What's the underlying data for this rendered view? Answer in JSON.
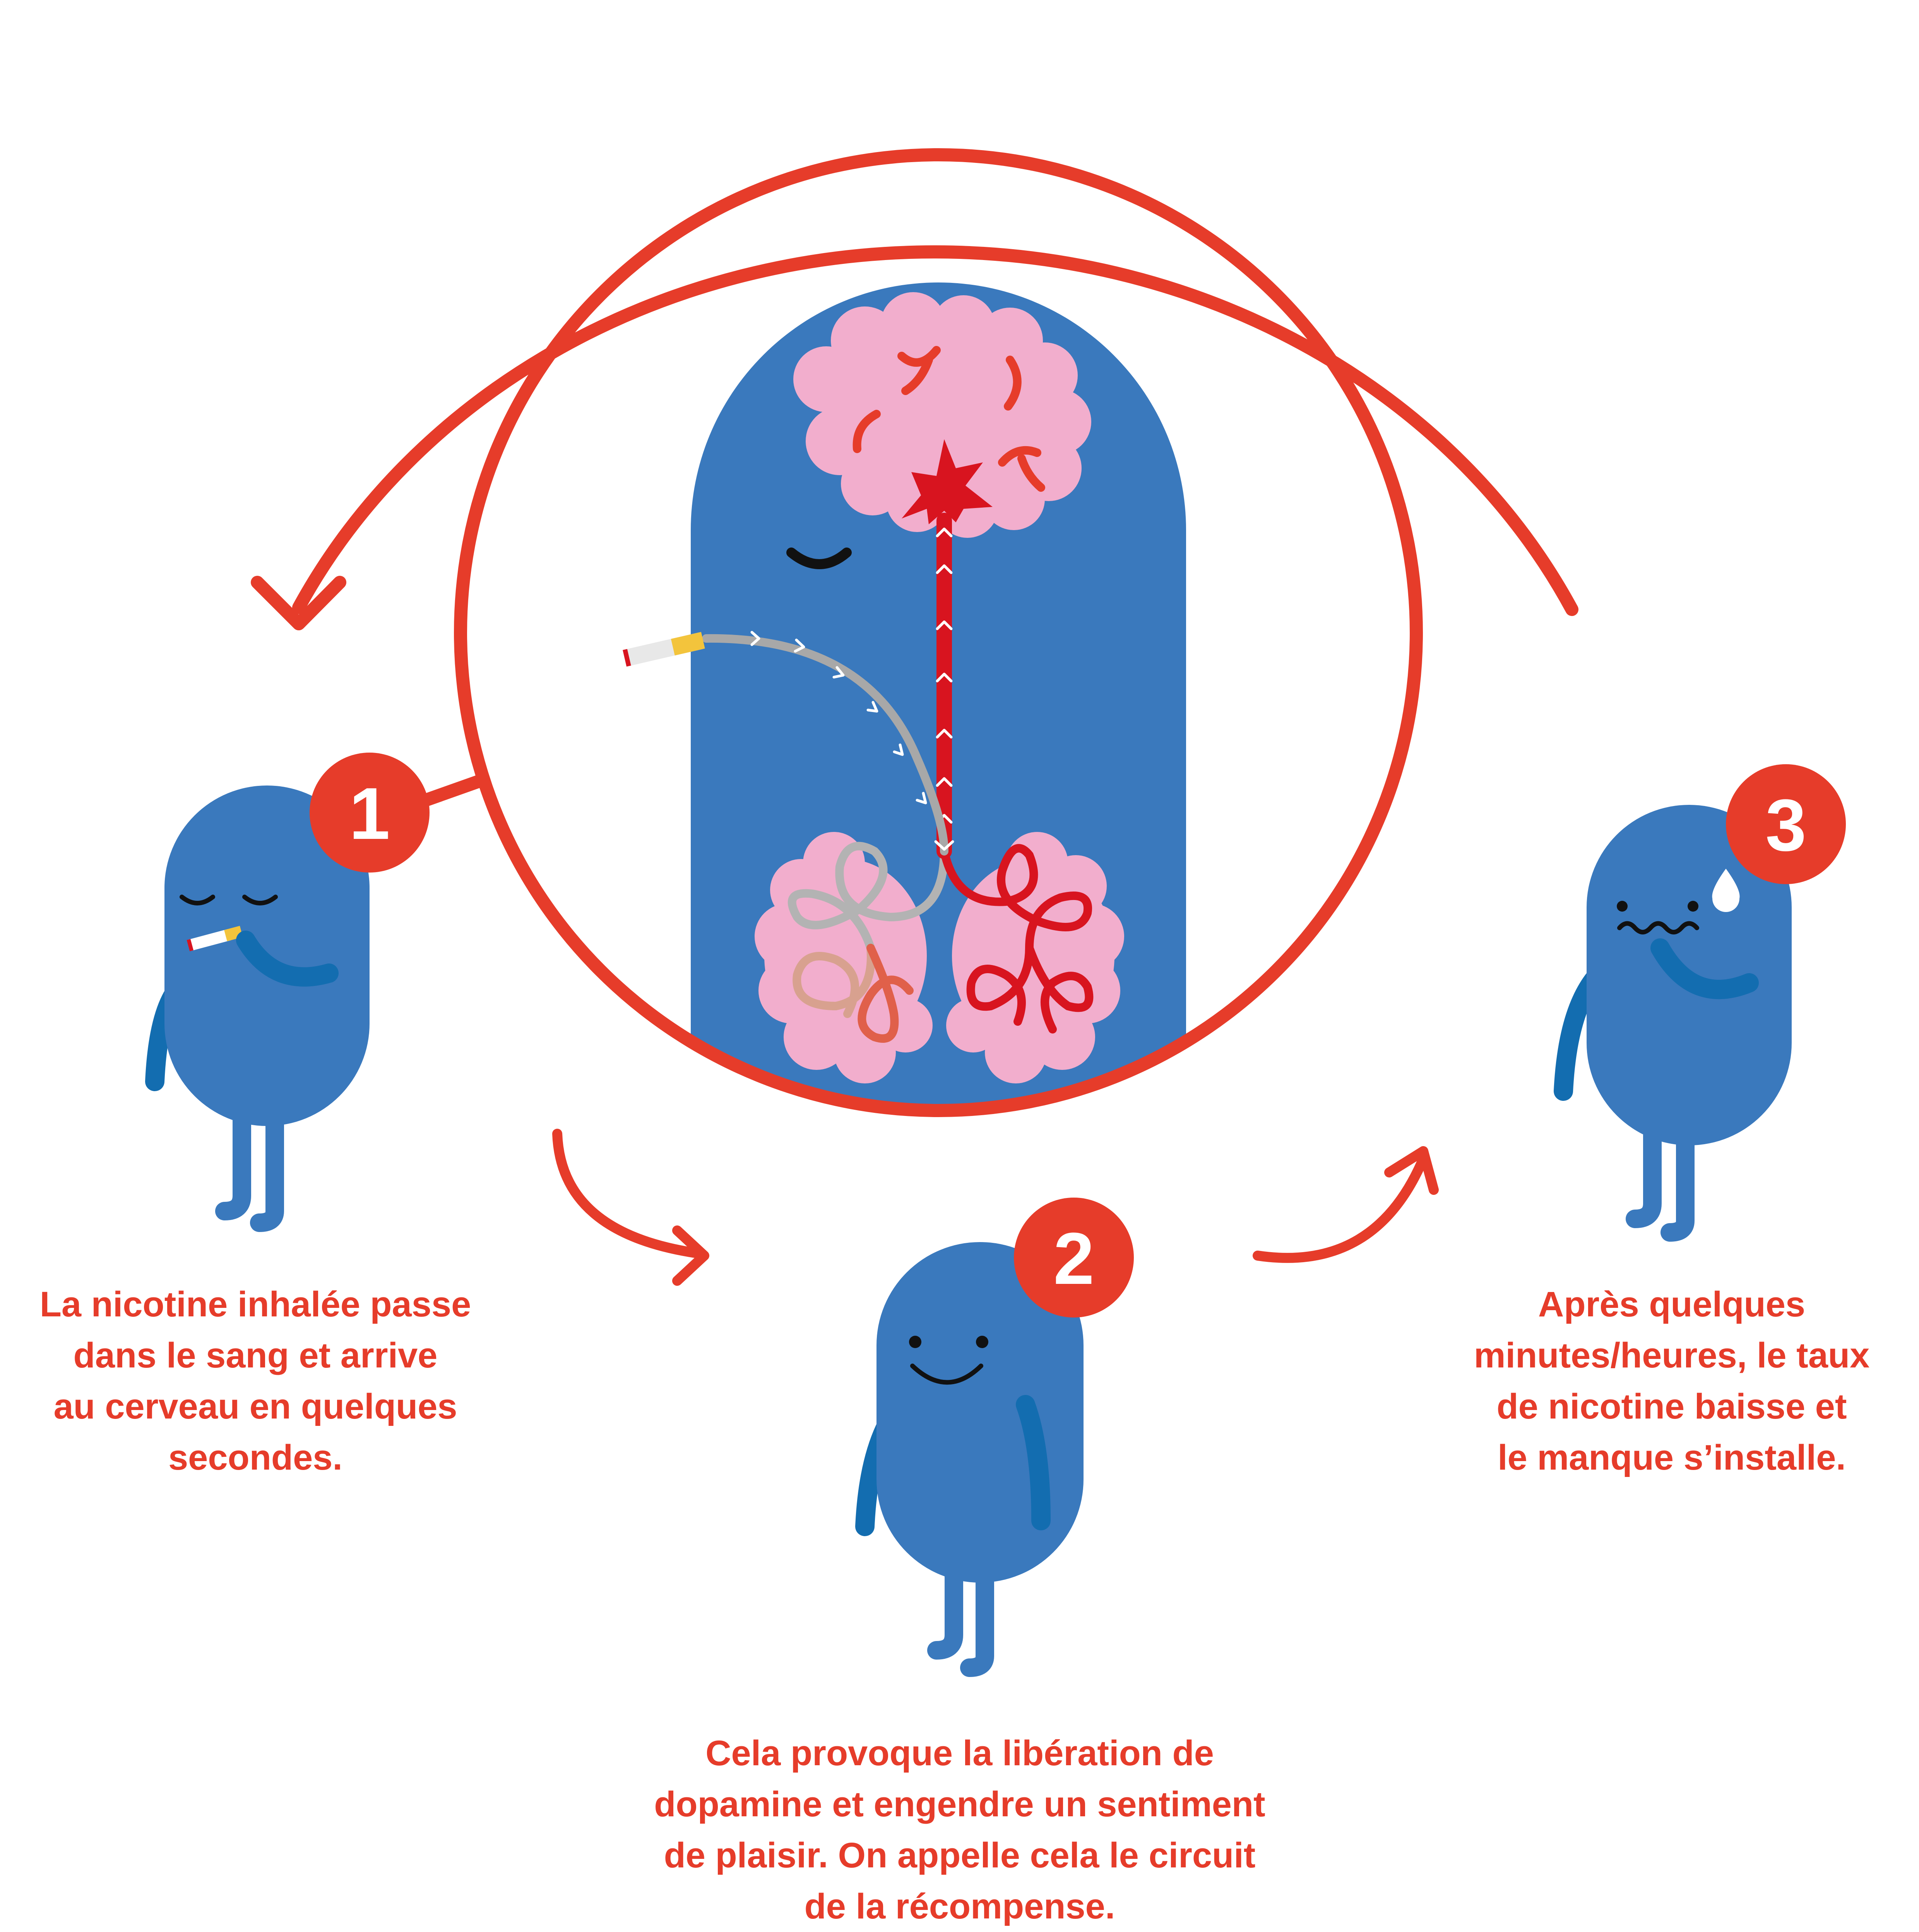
{
  "colors": {
    "accent_red": "#e63c2a",
    "character_blue": "#3a79bd",
    "limb_blue": "#136db0",
    "organ_pink": "#f2aecd",
    "neural_red": "#d8141f",
    "smoke_gray": "#a8a8a8",
    "filter_yellow": "#f3c43c"
  },
  "steps": [
    {
      "number": "1",
      "lines": [
        "La nicotine inhalée passe",
        "dans le sang et arrive",
        "au cerveau en quelques",
        "secondes."
      ]
    },
    {
      "number": "2",
      "lines": [
        "Cela provoque la libération de",
        "dopamine et engendre un sentiment",
        "de plaisir. On appelle cela le circuit",
        "de la récompense."
      ]
    },
    {
      "number": "3",
      "lines": [
        "Après quelques",
        "minutes/heures, le taux",
        "de nicotine baisse et",
        "le manque s’installe."
      ]
    }
  ],
  "icons": {
    "cycle": "cycle-arrow-icon",
    "cigarette": "cigarette-icon",
    "brain": "brain-icon",
    "lungs": "lungs-icon",
    "sweat": "sweat-drop-icon"
  }
}
